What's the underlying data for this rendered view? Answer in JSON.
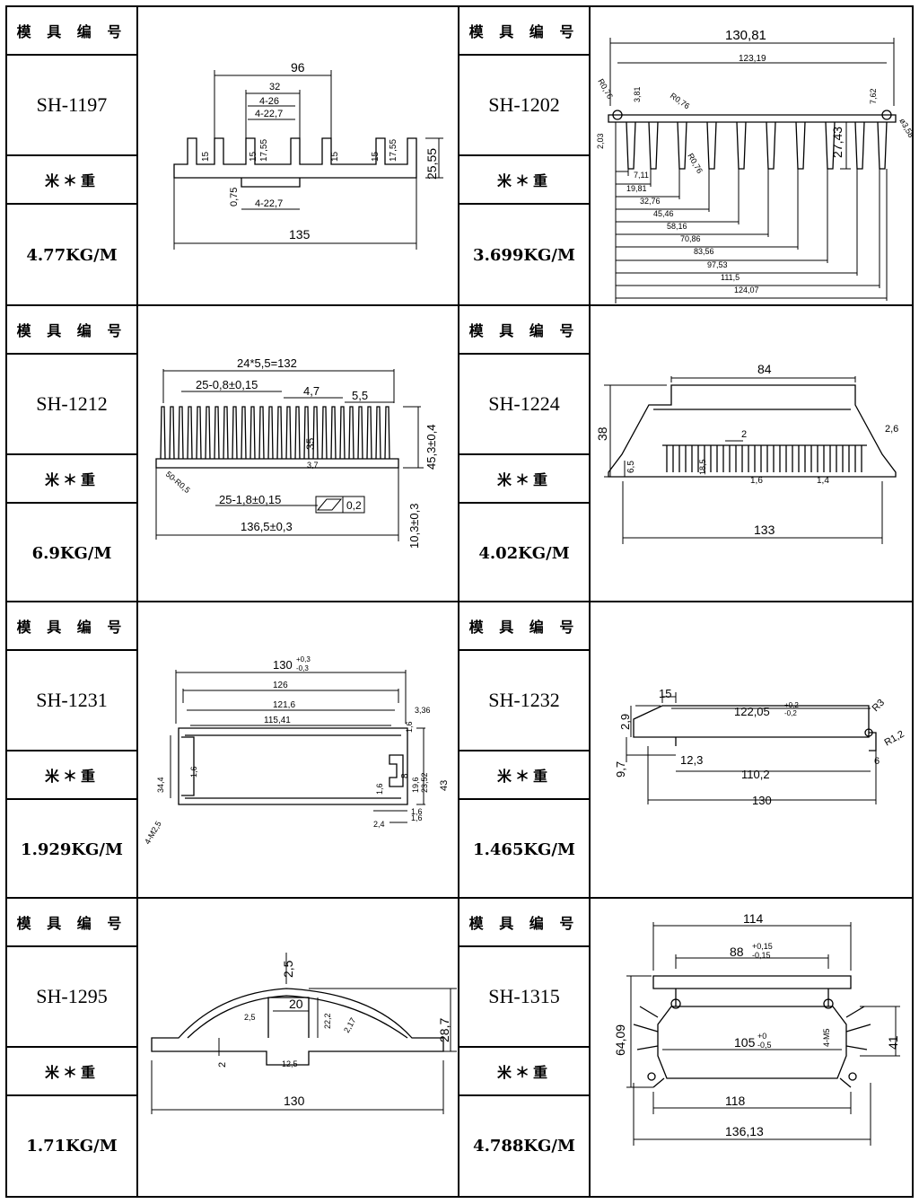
{
  "labels": {
    "mold_no": "模 具 编 号",
    "weight": "米＊重"
  },
  "profiles": [
    {
      "id": "SH-1197",
      "weight": "4.77KG/M",
      "dims": [
        "96",
        "32",
        "4-26",
        "4-22,7",
        "15",
        "15",
        "17,55",
        "15",
        "17,55",
        "25,55",
        "0,75",
        "4-22,7",
        "135",
        "15"
      ]
    },
    {
      "id": "SH-1202",
      "weight": "3.699KG/M",
      "dims": [
        "130,81",
        "123,19",
        "R0,76",
        "3,81",
        "R0,76",
        "7,62",
        "2,03",
        "27,43",
        "ø3,58",
        "7,11",
        "19,81",
        "32,76",
        "45,46",
        "58,16",
        "70,86",
        "83,56",
        "97,53",
        "111,5",
        "124,07",
        "R0,76"
      ]
    },
    {
      "id": "SH-1212",
      "weight": "6.9KG/M",
      "dims": [
        "24*5,5=132",
        "25-0,8±0,15",
        "4,7",
        "5,5",
        "35",
        "45,3±0,4",
        "3,7",
        "50-R0,5",
        "25-1,8±0,15",
        "0,2",
        "136,5±0,3",
        "10,3±0,3"
      ]
    },
    {
      "id": "SH-1224",
      "weight": "4.02KG/M",
      "dims": [
        "84",
        "38",
        "2,6",
        "2",
        "6,5",
        "1,6",
        "1,4",
        "133",
        "18,5"
      ]
    },
    {
      "id": "SH-1231",
      "weight": "1.929KG/M",
      "dims": [
        "130",
        "+0,3",
        "-0,3",
        "126",
        "121,6",
        "115,41",
        "3,36",
        "1,6",
        "34,4",
        "1,6",
        "1,6",
        "8",
        "19,6",
        "23,52",
        "43",
        "1,6",
        "2,4",
        "1,6",
        "4-M2,5"
      ]
    },
    {
      "id": "SH-1232",
      "weight": "1.465KG/M",
      "dims": [
        "15",
        "2,9",
        "122,05",
        "+0,2",
        "-0,2",
        "R3",
        "R1,2",
        "9,7",
        "12,3",
        "110,2",
        "6",
        "130"
      ]
    },
    {
      "id": "SH-1295",
      "weight": "1.71KG/M",
      "dims": [
        "2,5",
        "20",
        "2,5",
        "22,2",
        "2,17",
        "28,7",
        "2",
        "12,5",
        "130"
      ]
    },
    {
      "id": "SH-1315",
      "weight": "4.788KG/M",
      "dims": [
        "114",
        "88",
        "+0,15",
        "-0,15",
        "64,09",
        "105",
        "+0",
        "-0,5",
        "4-M5",
        "41",
        "118",
        "136,13"
      ]
    }
  ]
}
